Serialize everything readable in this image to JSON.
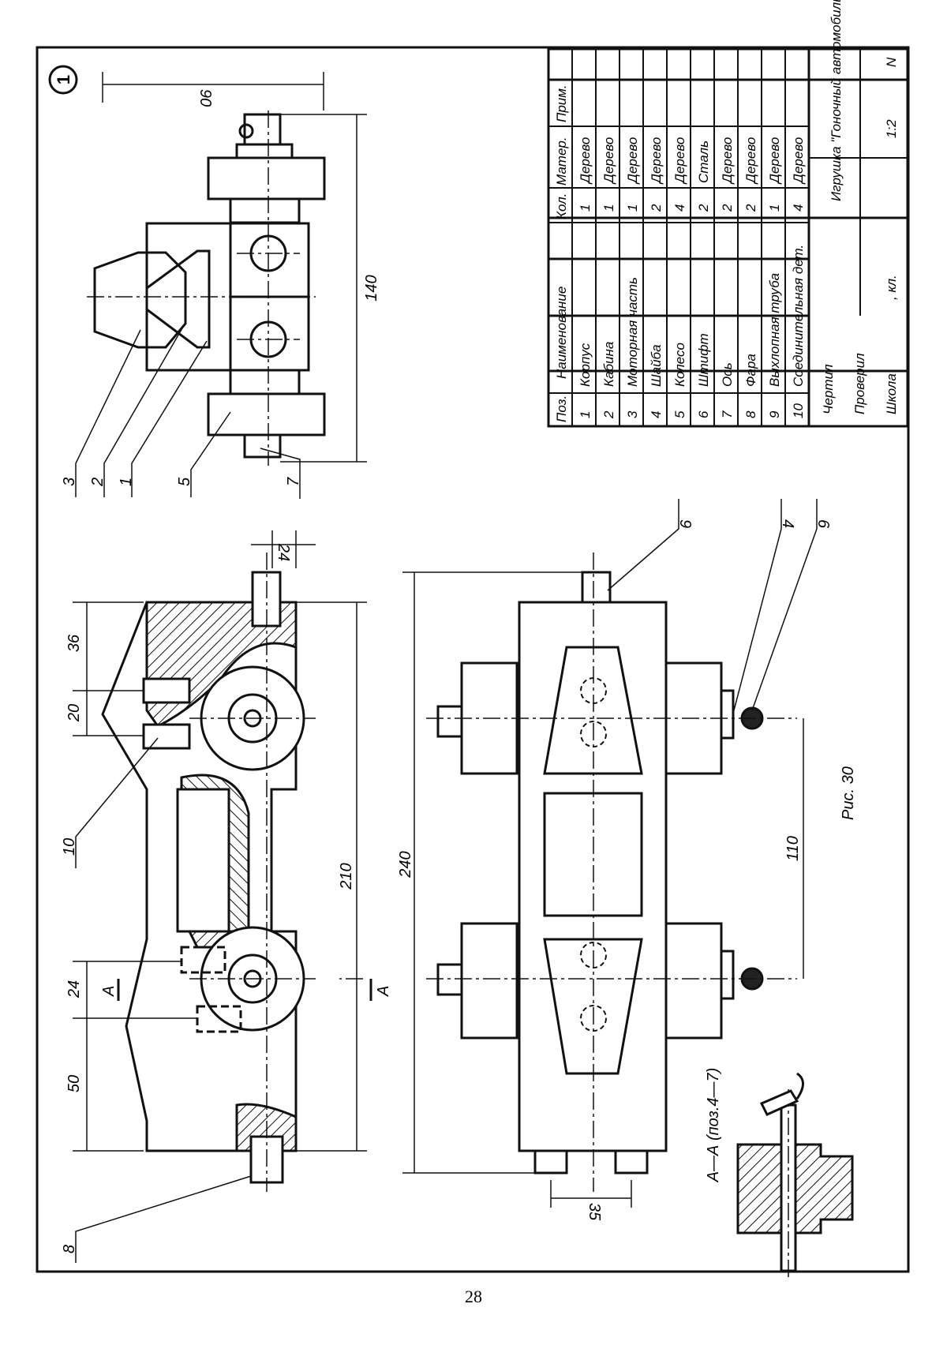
{
  "sheet": {
    "number_badge": "1",
    "figure_caption": "Рис. 30",
    "page_number": "28",
    "section_label": "А—А (поз.4—7)",
    "cut_mark": "А"
  },
  "dimensions": {
    "front_90": "90",
    "front_140": "140",
    "side_36": "36",
    "side_20": "20",
    "side_24": "24",
    "side_50": "50",
    "side_210": "210",
    "side_24b": "24",
    "top_240": "240",
    "top_110": "110",
    "top_35": "35"
  },
  "callouts": {
    "c1": "1",
    "c2": "2",
    "c3": "3",
    "c4": "4",
    "c5": "5",
    "c6": "6",
    "c7": "7",
    "c8": "8",
    "c9": "9",
    "c10": "10"
  },
  "parts_table": {
    "headers": {
      "pos": "Поз.",
      "name": "Наименование",
      "qty": "Кол.",
      "material": "Матер.",
      "note": "Прим."
    },
    "rows": [
      {
        "pos": "1",
        "name": "Корпус",
        "qty": "1",
        "material": "Дерево"
      },
      {
        "pos": "2",
        "name": "Кабина",
        "qty": "1",
        "material": "Дерево"
      },
      {
        "pos": "3",
        "name": "Моторная часть",
        "qty": "1",
        "material": "Дерево"
      },
      {
        "pos": "4",
        "name": "Шайба",
        "qty": "2",
        "material": "Дерево"
      },
      {
        "pos": "5",
        "name": "Колесо",
        "qty": "4",
        "material": "Дерево"
      },
      {
        "pos": "6",
        "name": "Штифт",
        "qty": "2",
        "material": "Сталь"
      },
      {
        "pos": "7",
        "name": "Ось",
        "qty": "2",
        "material": "Дерево"
      },
      {
        "pos": "8",
        "name": "Фара",
        "qty": "2",
        "material": "Дерево"
      },
      {
        "pos": "9",
        "name": "Выхлопная труба",
        "qty": "1",
        "material": "Дерево"
      },
      {
        "pos": "10",
        "name": "Соединительная дет.",
        "qty": "4",
        "material": "Дерево"
      }
    ]
  },
  "title_block": {
    "drawn": "Чертил",
    "checked": "Проверил",
    "school": "Школа",
    "class": ", кл.",
    "title": "Игрушка \"Гоночный автомобиль\"",
    "scale": "1:2",
    "number": "N"
  }
}
